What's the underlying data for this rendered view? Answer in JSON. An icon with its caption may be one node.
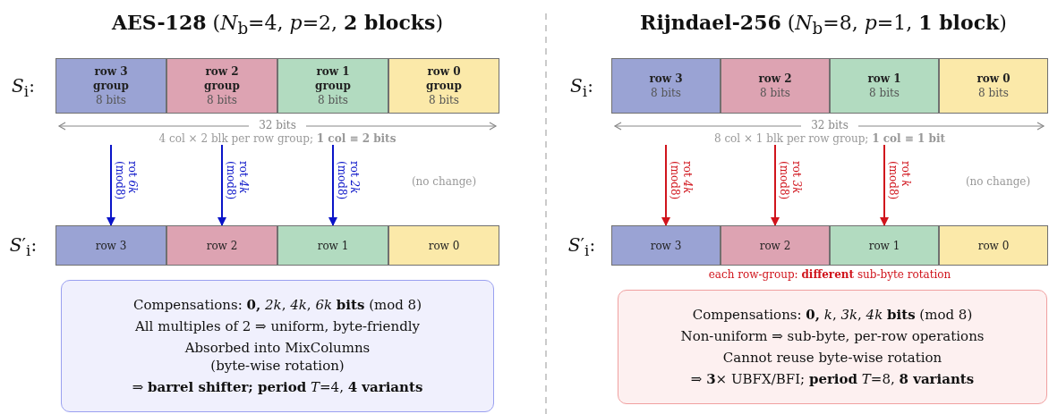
{
  "diagram": {
    "nodes": [
      {
        "text": [
          "row 3 group",
          "8 bits"
        ]
      },
      {
        "text": [
          "row 2 group",
          "8 bits"
        ]
      },
      {
        "text": [
          "row 1 group",
          "8 bits"
        ]
      },
      {
        "text": [
          "row 0 group",
          "8 bits"
        ]
      },
      {
        "text": [
          "row 3"
        ]
      },
      {
        "text": [
          "row 2"
        ]
      },
      {
        "text": [
          "row 1"
        ]
      },
      {
        "text": [
          "row 0"
        ]
      },
      {
        "text": [
          "Compensations: **0,** *2k*, *4k*, *6k* **bits** (mod 8)",
          "All multiples of 2 ⇒ uniform, byte-friendly",
          "Absorbed into MixColumns (byte-wise rotation)",
          "⇒ **barrel shifter; period** *T*=4, **4 variants**"
        ]
      },
      {
        "text": [
          "row 3",
          "8 bits"
        ]
      },
      {
        "text": [
          "row 2",
          "8 bits"
        ]
      },
      {
        "text": [
          "row 1",
          "8 bits"
        ]
      },
      {
        "text": [
          "row 0",
          "8 bits"
        ]
      },
      {
        "text": [
          "row 3"
        ]
      },
      {
        "text": [
          "row 2"
        ]
      },
      {
        "text": [
          "row 1"
        ]
      },
      {
        "text": [
          "row 0"
        ]
      },
      {
        "text": [
          "Compensations: **0,** *k*, *3k*, *4k* **bits** (mod 8)",
          "Non-uniform ⇒ sub-byte, per-row operations",
          "Cannot reuse byte-wise rotation",
          "⇒ **3**× UBFX/BFI; **period** *T*=8, **8 variants**"
        ]
      }
    ],
    "edges": [
      {
        "from": 0,
        "to": 4,
        "arrow": "to",
        "label": "rot *6k* (mod8)",
        "color": "#0a14c8"
      },
      {
        "from": 1,
        "to": 5,
        "arrow": "to",
        "label": "rot *4k* (mod8)",
        "color": "#0a14c8"
      },
      {
        "from": 2,
        "to": 6,
        "arrow": "to",
        "label": "rot *2k* (mod8)",
        "color": "#0a14c8"
      },
      {
        "from": 9,
        "to": 13,
        "arrow": "to",
        "label": "rot *4k* (mod8)",
        "color": "#d0141c"
      },
      {
        "from": 10,
        "to": 14,
        "arrow": "to",
        "label": "rot *3k* (mod8)",
        "color": "#d0141c"
      },
      {
        "from": 11,
        "to": 15,
        "arrow": "to",
        "label": "rot *k* (mod8)",
        "color": "#d0141c"
      }
    ],
    "labels": [
      "**AES-128** (*N*$_{b}$=4, *p*=2, **2 blocks**)",
      "*S*$_{i}$:",
      "32 bits",
      "4 col × 2 blk per row group; **1 col ≡ 2 bits**",
      "(no change)",
      "*S*′$_{i}$:",
      "**Rijndael-256** (*N*$_{b}$=8, *p*=1, **1 block**)",
      "*S*$_{i}$:",
      "32 bits",
      "8 col × 1 blk per row group; **1 col ≡ 1 bit**",
      "(no change)",
      "*S*′$_{i}$:",
      "each row-group: **different** sub-byte rotation"
    ]
  }
}
